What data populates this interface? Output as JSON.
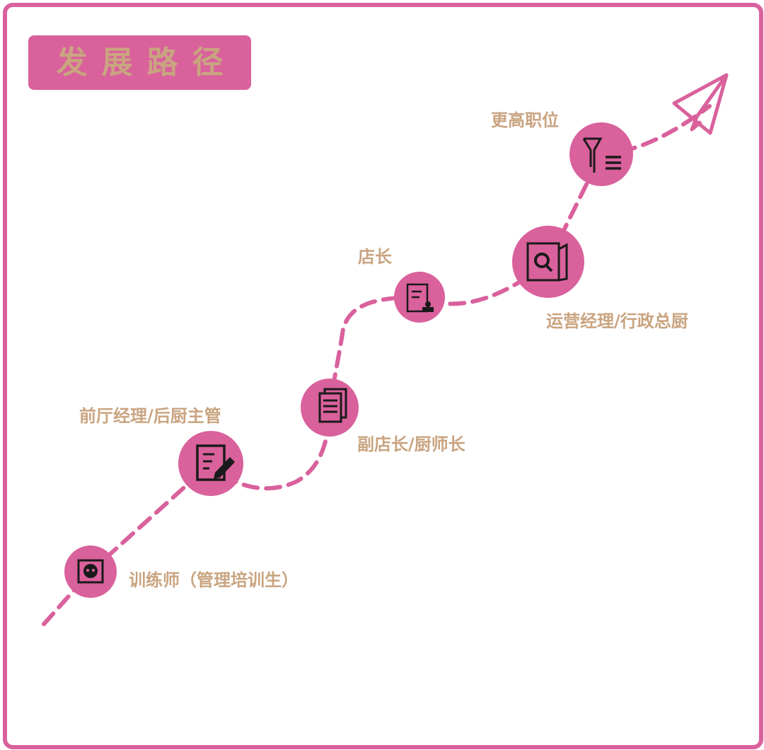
{
  "title": "发展路径",
  "colors": {
    "accent": "#d9619c",
    "label": "#c9a480",
    "icon": "#1a1a1a"
  },
  "stages": [
    {
      "name": "训练师（管理培训生）",
      "icon": "socket-icon"
    },
    {
      "name": "前厅经理/后厨主管",
      "icon": "edit-document-icon"
    },
    {
      "name": "副店长/厨师长",
      "icon": "documents-icon"
    },
    {
      "name": "店长",
      "icon": "certificate-icon"
    },
    {
      "name": "运营经理/行政总厨",
      "icon": "search-document-icon"
    },
    {
      "name": "更高职位",
      "icon": "filter-list-icon"
    }
  ],
  "end_icon": "paper-plane-icon"
}
